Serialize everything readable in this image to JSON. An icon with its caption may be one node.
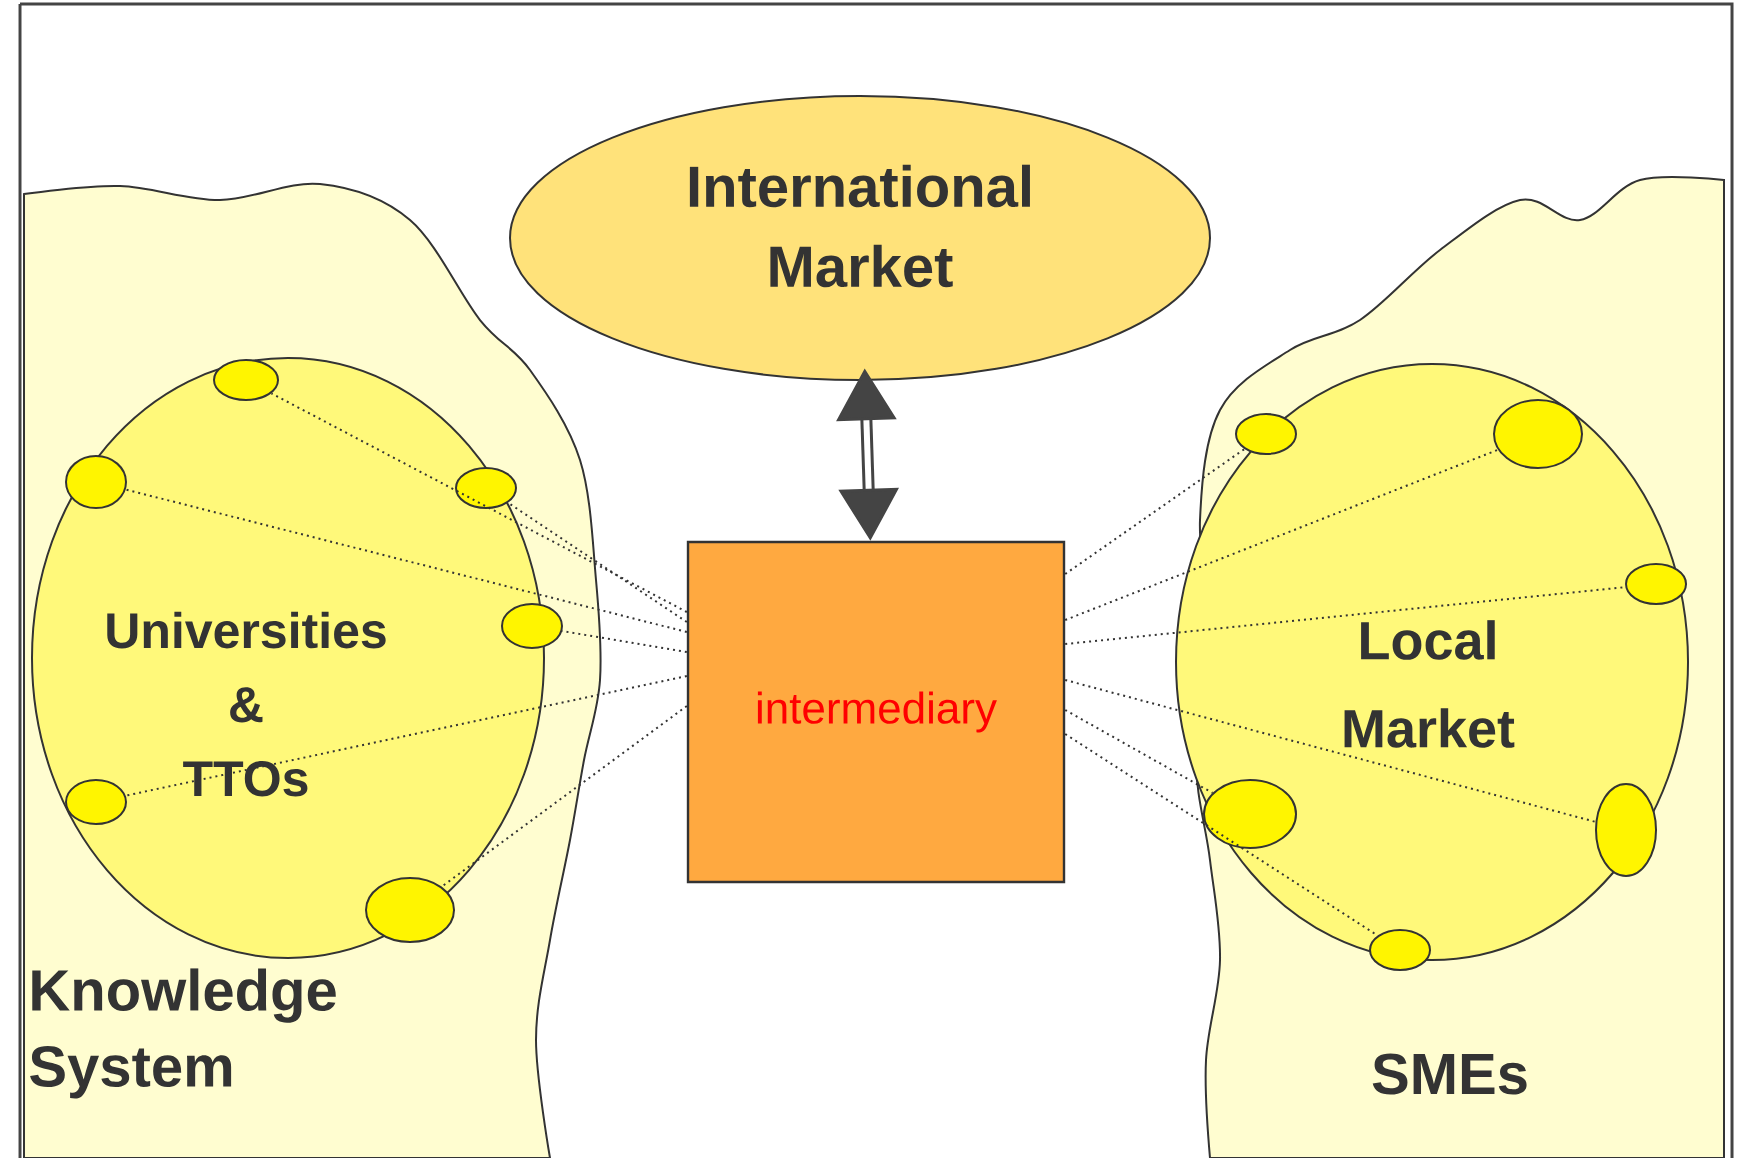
{
  "diagram": {
    "nodes": [
      {
        "text": [
          "International Market"
        ]
      },
      {
        "text": [
          "Knowledge System"
        ]
      },
      {
        "text": [
          "Universities & TTOs"
        ],
        "in": 1
      },
      {
        "text": [],
        "shape": "circle",
        "in": 2
      },
      {
        "text": [],
        "shape": "circle",
        "in": 2
      },
      {
        "text": [],
        "shape": "circle",
        "in": 2
      },
      {
        "text": [],
        "shape": "circle",
        "in": 1
      },
      {
        "text": [],
        "shape": "circle",
        "in": 2
      },
      {
        "text": [],
        "shape": "circle",
        "in": 2
      },
      {
        "text": [
          "intermediary"
        ]
      },
      {
        "text": [
          "SMEs"
        ]
      },
      {
        "text": [
          "Local Market"
        ],
        "in": 10
      },
      {
        "text": [],
        "shape": "circle",
        "in": 10
      },
      {
        "text": [],
        "shape": "circle",
        "in": 11
      },
      {
        "text": [],
        "shape": "circle",
        "in": 11
      },
      {
        "text": [],
        "shape": "circle",
        "in": 11
      },
      {
        "text": [],
        "shape": "circle",
        "in": 11
      },
      {
        "text": [],
        "shape": "circle",
        "in": 10
      }
    ],
    "edges": [
      {
        "from": 9,
        "to": 0,
        "arrow": "both",
        "style": "thick"
      },
      {
        "from": 9,
        "to": 3,
        "arrow": "none",
        "style": "dashed"
      },
      {
        "from": 9,
        "to": 4,
        "arrow": "none",
        "style": "dashed"
      },
      {
        "from": 9,
        "to": 5,
        "arrow": "none",
        "style": "dashed"
      },
      {
        "from": 9,
        "to": 6,
        "arrow": "none",
        "style": "dashed"
      },
      {
        "from": 9,
        "to": 7,
        "arrow": "none",
        "style": "dashed"
      },
      {
        "from": 9,
        "to": 8,
        "arrow": "none",
        "style": "dashed"
      },
      {
        "from": 9,
        "to": 12,
        "arrow": "none",
        "style": "dashed"
      },
      {
        "from": 9,
        "to": 13,
        "arrow": "none",
        "style": "dashed"
      },
      {
        "from": 9,
        "to": 14,
        "arrow": "none",
        "style": "dashed"
      },
      {
        "from": 9,
        "to": 15,
        "arrow": "none",
        "style": "dashed"
      },
      {
        "from": 9,
        "to": 16,
        "arrow": "none",
        "style": "dashed"
      },
      {
        "from": 9,
        "to": 17,
        "arrow": "none",
        "style": "dashed"
      }
    ]
  }
}
